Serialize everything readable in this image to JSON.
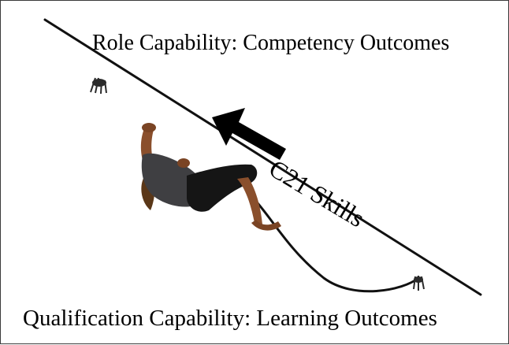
{
  "diagram": {
    "top_caption": "Role Capability: Competency Outcomes",
    "bottom_caption": "Qualification Capability: Learning Outcomes",
    "arrow_label": "C21 Skills"
  },
  "colors": {
    "ink": "#000000",
    "frame": "#3a3a3a",
    "skin": "#8a4f2c",
    "clothing": "#3f3f42",
    "shorts": "#151515",
    "hair": "#5a3718",
    "rope": "#111111"
  },
  "icons": {
    "arrow": "arrow-up-left",
    "climber": "person-climbing-rope"
  }
}
